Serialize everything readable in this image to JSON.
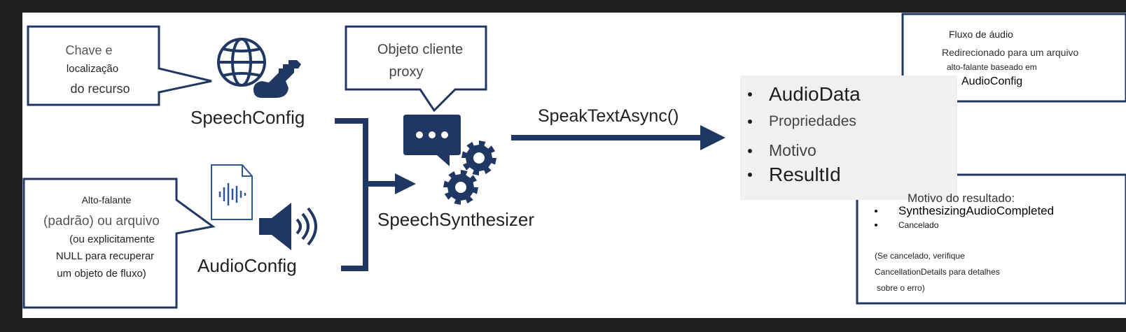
{
  "colors": {
    "navy": "#1f3762",
    "icon": "#1f3762",
    "panel": "#f0f0f0",
    "frame": "#1f1f1f"
  },
  "icons": [
    "globe-icon",
    "key-icon",
    "chat-bubble-icon",
    "gear-icon",
    "audio-file-icon",
    "speaker-icon"
  ],
  "callouts": {
    "key": {
      "line1": "Chave e",
      "line2": "localização",
      "line3": "do recurso"
    },
    "proxy": {
      "line1": "Objeto cliente",
      "line2": "proxy"
    },
    "speaker": {
      "line1": "Alto-falante",
      "line2": "(padrão) ou arquivo",
      "line3": "(ou explicitamente",
      "line4": "NULL para recuperar",
      "line5": "um objeto de fluxo)"
    },
    "stream": {
      "line1": "Fluxo de áudio",
      "line2": "Redirecionado para um arquivo",
      "line3": "alto-falante baseado em",
      "line4": "AudioConfig"
    },
    "reason": {
      "title": "Motivo do resultado:",
      "items": [
        "SynthesizingAudioCompleted",
        "Cancelado"
      ],
      "note1": "(Se cancelado, verifique",
      "note2": "CancellationDetails para detalhes",
      "note3": "sobre o erro)"
    }
  },
  "nodes": {
    "speech_config": "SpeechConfig",
    "audio_config": "AudioConfig",
    "synthesizer": "SpeechSynthesizer",
    "method": "SpeakTextAsync()"
  },
  "result": {
    "items": [
      "AudioData",
      "Propriedades",
      "Motivo",
      "ResultId"
    ]
  }
}
